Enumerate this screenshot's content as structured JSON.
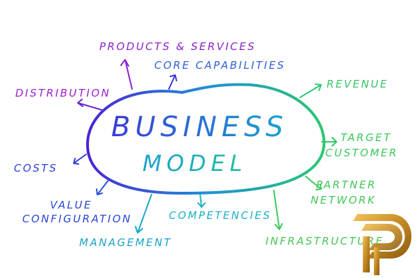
{
  "center": {
    "line1": "BUSINESS",
    "line2": "MODEL"
  },
  "labels": {
    "products_services": "PRODUCTS & SERVICES",
    "core_capabilities": "CORE CAPABILITIES",
    "distribution": "DISTRIBUTION",
    "revenue": "REVENUE",
    "target_customer_line1": "TARGET",
    "target_customer_line2": "CUSTOMER",
    "costs": "COSTS",
    "partner_network_line1": "PARTNER",
    "partner_network_line2": "NETWORK",
    "value_configuration_line1": "VALUE",
    "value_configuration_line2": "CONFIGURATION",
    "competencies": "COMPETENCIES",
    "management": "MANAGEMENT",
    "infrastructure": "INFRASTRUCTURE"
  },
  "colors": {
    "purple": "#9b1fd0",
    "violet": "#5a2ad6",
    "blue": "#2a46d8",
    "teal": "#1aa3c8",
    "cyan": "#18b6c9",
    "green": "#2fc86a",
    "lime": "#5fd23a",
    "logo_gold": "#c9922a"
  }
}
